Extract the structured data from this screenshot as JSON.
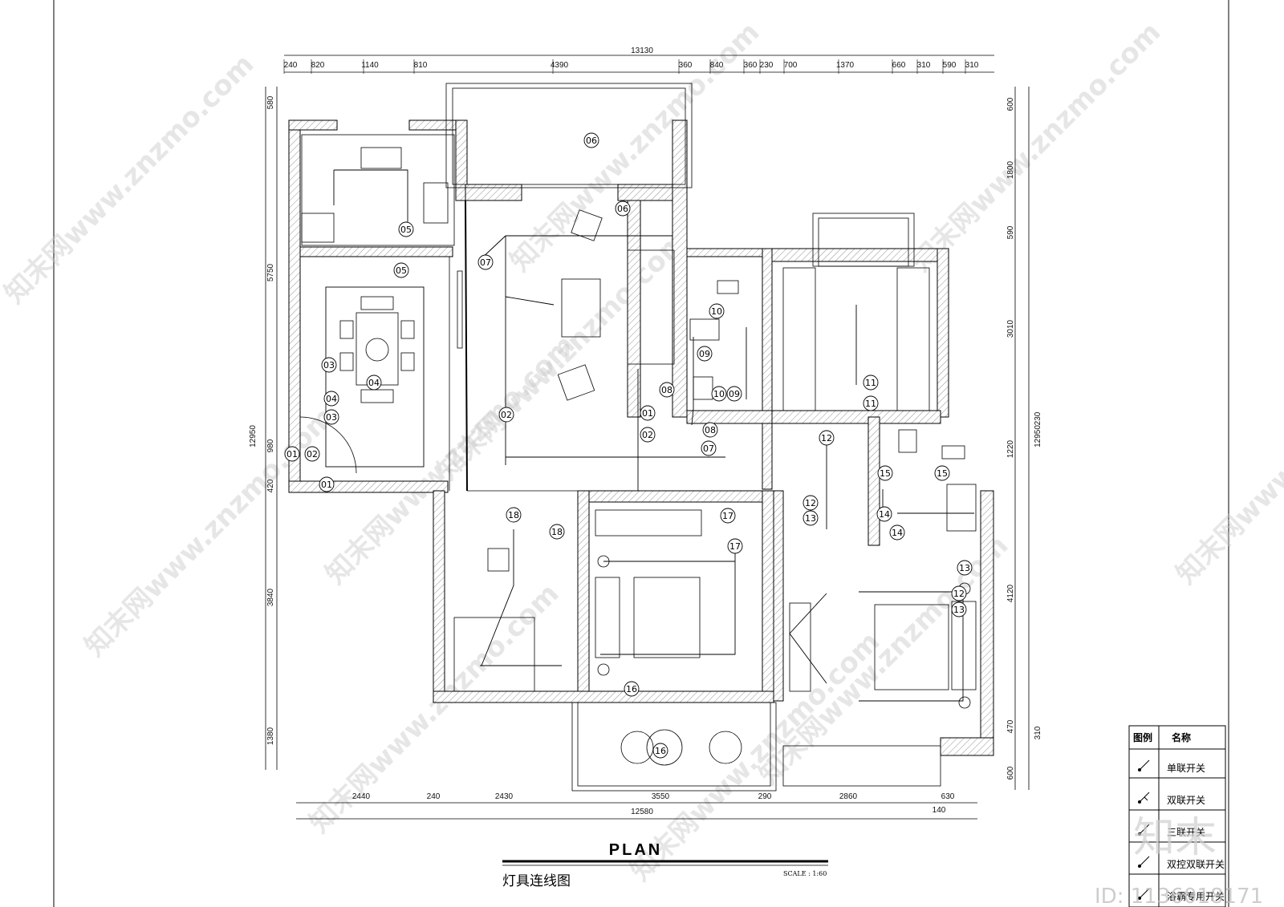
{
  "drawing": {
    "title_en": "PLAN",
    "title_cn": "灯具连线图",
    "scale": "SCALE : 1:60",
    "id_text": "ID: 1136018171",
    "brand_mark": "知末"
  },
  "dimensions": {
    "top_total": "13130",
    "top_segments": [
      "240",
      "820",
      "1140",
      "810",
      "4390",
      "360",
      "840",
      "360",
      "230",
      "700",
      "1370",
      "660",
      "310",
      "590",
      "310"
    ],
    "bottom_total": "12580",
    "bottom_segments": [
      "2440",
      "240",
      "2430",
      "3550",
      "290",
      "2860",
      "630"
    ],
    "bottom_extra": "140",
    "left_total": "12950",
    "left_segments": [
      "580",
      "5750",
      "980",
      "420",
      "3840",
      "1380"
    ],
    "right_total": "12950",
    "right_segments": [
      "600",
      "1800",
      "590",
      "3010",
      "230",
      "1220",
      "4120",
      "470",
      "310",
      "600"
    ]
  },
  "labels": [
    "01",
    "02",
    "03",
    "04",
    "05",
    "06",
    "07",
    "08",
    "09",
    "10",
    "11",
    "12",
    "13",
    "14",
    "15",
    "16",
    "17",
    "18"
  ],
  "legend": {
    "col_symbol": "图例",
    "col_name": "名称",
    "rows": [
      "单联开关",
      "双联开关",
      "三联开关",
      "双控双联开关",
      "浴霸专用开关"
    ]
  },
  "watermark": "知末网www.znzmo.com"
}
